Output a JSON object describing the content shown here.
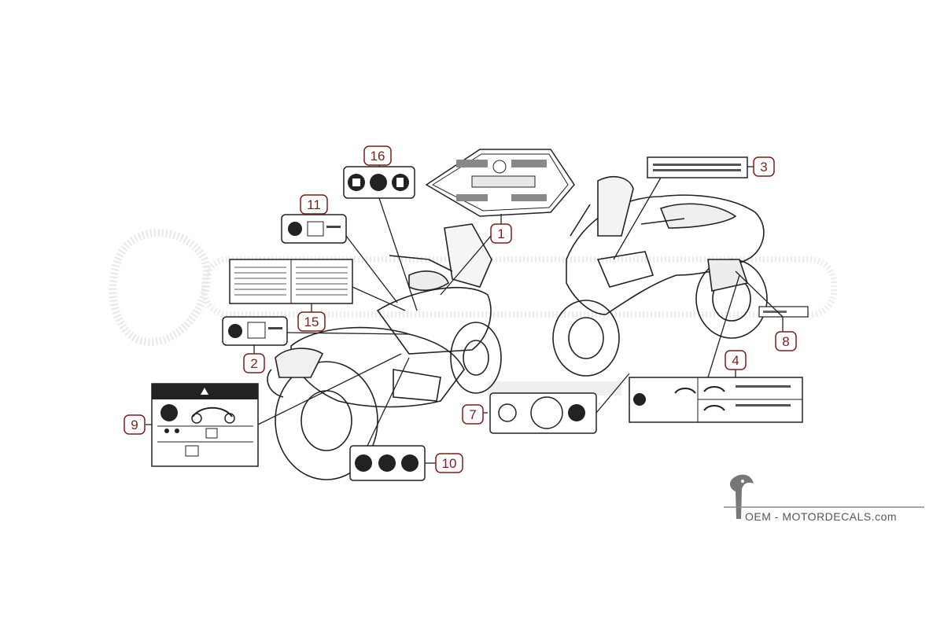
{
  "diagram": {
    "callouts": [
      {
        "id": "c1",
        "label": "1"
      },
      {
        "id": "c2",
        "label": "2"
      },
      {
        "id": "c3",
        "label": "3"
      },
      {
        "id": "c4",
        "label": "4"
      },
      {
        "id": "c7",
        "label": "7"
      },
      {
        "id": "c8",
        "label": "8"
      },
      {
        "id": "c9",
        "label": "9"
      },
      {
        "id": "c10",
        "label": "10"
      },
      {
        "id": "c11",
        "label": "11"
      },
      {
        "id": "c15",
        "label": "15"
      },
      {
        "id": "c16",
        "label": "16"
      }
    ],
    "brand": {
      "text": "OEM - MOTORDECALS.com"
    },
    "colors": {
      "callout_border": "#7a1f1f",
      "callout_text": "#7a1f1f",
      "line_art": "#222222",
      "watermark": "#d8d8d8"
    },
    "icons": [
      "book-icon",
      "motorcycle-icon",
      "luggage-icon",
      "person-icon",
      "no-smoking-icon",
      "no-flame-icon",
      "bird-logo-icon"
    ]
  }
}
